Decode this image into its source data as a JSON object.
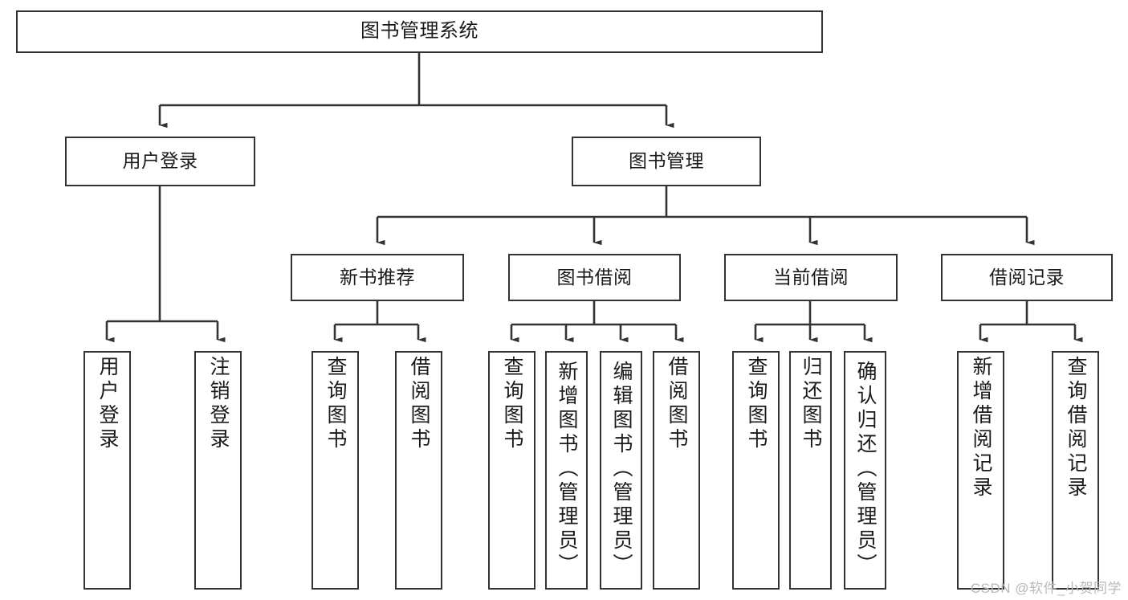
{
  "diagram": {
    "title": "图书管理系统",
    "type": "tree-hierarchy",
    "root": {
      "label": "图书管理系统"
    },
    "level2": [
      {
        "label": "用户登录"
      },
      {
        "label": "图书管理"
      }
    ],
    "level3": [
      {
        "label": "新书推荐"
      },
      {
        "label": "图书借阅"
      },
      {
        "label": "当前借阅"
      },
      {
        "label": "借阅记录"
      }
    ],
    "leaves": {
      "user_login": [
        {
          "label": "用户登录"
        },
        {
          "label": "注销登录"
        }
      ],
      "new_book_recommend": [
        {
          "label": "查询图书"
        },
        {
          "label": "借阅图书"
        }
      ],
      "book_borrow": [
        {
          "label": "查询图书"
        },
        {
          "label": "新增图书（管理员）"
        },
        {
          "label": "编辑图书（管理员）"
        },
        {
          "label": "借阅图书"
        }
      ],
      "current_borrow": [
        {
          "label": "查询图书"
        },
        {
          "label": "归还图书"
        },
        {
          "label": "确认归还（管理员）"
        }
      ],
      "borrow_record": [
        {
          "label": "新增借阅记录"
        },
        {
          "label": "查询借阅记录"
        }
      ]
    }
  },
  "watermark": {
    "text": "CSDN @软件_小贺同学"
  },
  "colors": {
    "stroke": "#333333",
    "fill": "#ffffff",
    "text": "#1a1a1a",
    "watermark": "#b9b9b9"
  }
}
